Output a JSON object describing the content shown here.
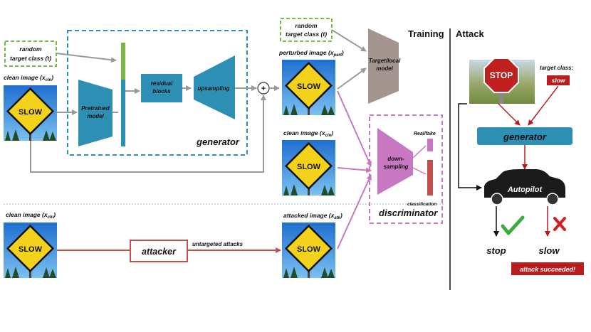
{
  "sections": {
    "training": "Training",
    "attack": "Attack"
  },
  "training": {
    "random_target_left_line1": "random",
    "random_target_left_line2": "target class (t)",
    "random_target_top_line1": "random",
    "random_target_top_line2": "target class (t)",
    "clean_image_label": "clean image (x",
    "clean_image_sub": "cln",
    "pretrained_line1": "Pretrained",
    "pretrained_line2": "model",
    "residual_line1": "residual",
    "residual_line2": "blocks",
    "upsampling": "upsampling",
    "generator": "generator",
    "plus_symbol": "+",
    "perturbed_label": "perturbed image (x",
    "perturbed_sub": "pert",
    "target_model_line1": "Target/local",
    "target_model_line2": "model",
    "clean_image_mid_label": "clean image (x",
    "clean_image_mid_sub": "cln",
    "downsampling_line1": "down-",
    "downsampling_line2": "sampling",
    "real_fake": "Real/fake",
    "classification": "classification",
    "discriminator": "discriminator",
    "clean_image_bottom_label": "clean image (x",
    "clean_image_bottom_sub": "cln",
    "attacker": "attacker",
    "untargeted": "untargeted attacks",
    "attacked_label": "attacked image (x",
    "attacked_sub": "atk",
    "sign_text": "SLOW"
  },
  "attack_panel": {
    "stop_sign_text": "STOP",
    "target_class_label": "target class:",
    "target_class_value": "slow",
    "generator": "generator",
    "autopilot": "Autopilot",
    "stop": "stop",
    "slow": "slow",
    "succeeded": "attack succeeded!"
  },
  "colors": {
    "blue": "#2e8fb5",
    "green": "#7ab648",
    "magenta": "#c878c0",
    "red": "#c0504d",
    "brown": "#a59590",
    "dark_red": "#b81c1c"
  }
}
